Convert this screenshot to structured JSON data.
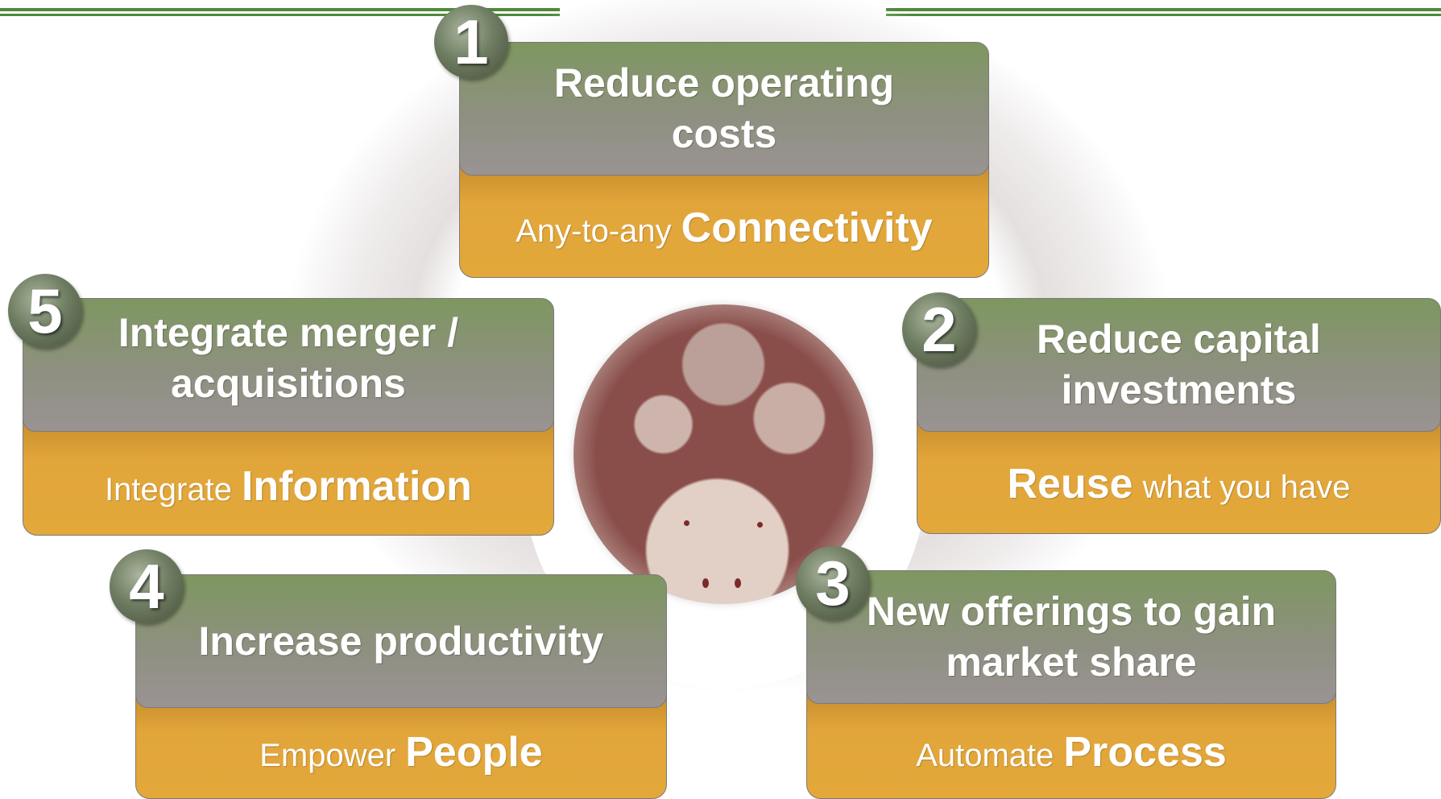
{
  "items": [
    {
      "number": "1",
      "goal": "Reduce operating costs",
      "enabler_pre": "Any-to-any",
      "enabler_bold": "Connectivity",
      "enabler_post": ""
    },
    {
      "number": "2",
      "goal": "Reduce capital investments",
      "enabler_pre": "",
      "enabler_bold": "Reuse",
      "enabler_post": "what you have"
    },
    {
      "number": "3",
      "goal": "New offerings to gain market share",
      "enabler_pre": "Automate",
      "enabler_bold": "Process",
      "enabler_post": ""
    },
    {
      "number": "4",
      "goal": "Increase productivity",
      "enabler_pre": "Empower",
      "enabler_bold": "People",
      "enabler_post": ""
    },
    {
      "number": "5",
      "goal": "Integrate merger / acquisitions",
      "enabler_pre": "Integrate",
      "enabler_bold": "Information",
      "enabler_post": ""
    }
  ],
  "colors": {
    "goal_band": "#8e9080",
    "enabler_band": "#e1a53a",
    "badge": "#6f7d62",
    "accent_line": "#4e8a3a"
  }
}
